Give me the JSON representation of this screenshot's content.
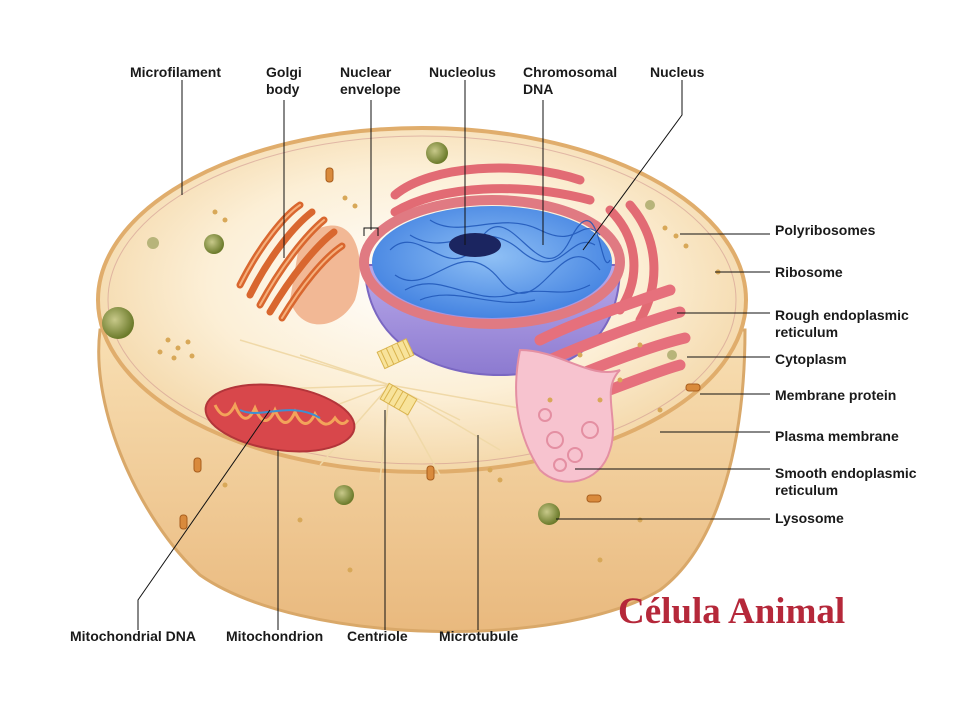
{
  "title": "Célula Animal",
  "colors": {
    "title": "#b5283a",
    "cytoplasm": "#f6dcae",
    "nucleus": "#2f6ed6",
    "rough_er": "#e9737f",
    "golgi": "#e6894e",
    "mitochondrion": "#d9484c",
    "smooth_er": "#f3b9c6",
    "leader_line": "#111111"
  },
  "labels": {
    "top": [
      {
        "id": "microfilament",
        "text": "Microfilament"
      },
      {
        "id": "golgi-body",
        "text": "Golgi\nbody"
      },
      {
        "id": "nuclear-envelope",
        "text": "Nuclear\nenvelope"
      },
      {
        "id": "nucleolus",
        "text": "Nucleolus"
      },
      {
        "id": "chromosomal-dna",
        "text": "Chromosomal\nDNA"
      },
      {
        "id": "nucleus",
        "text": "Nucleus"
      }
    ],
    "right": [
      {
        "id": "polyribosomes",
        "text": "Polyribosomes"
      },
      {
        "id": "ribosome",
        "text": "Ribosome"
      },
      {
        "id": "rough-er",
        "text": "Rough endoplasmic\nreticulum"
      },
      {
        "id": "cytoplasm",
        "text": "Cytoplasm"
      },
      {
        "id": "membrane-protein",
        "text": "Membrane protein"
      },
      {
        "id": "plasma-membrane",
        "text": "Plasma membrane"
      },
      {
        "id": "smooth-er",
        "text": "Smooth endoplasmic\nreticulum"
      },
      {
        "id": "lysosome",
        "text": "Lysosome"
      }
    ],
    "bottom": [
      {
        "id": "mitochondrial-dna",
        "text": "Mitochondrial DNA"
      },
      {
        "id": "mitochondrion",
        "text": "Mitochondrion"
      },
      {
        "id": "centriole",
        "text": "Centriole"
      },
      {
        "id": "microtubule",
        "text": "Microtubule"
      }
    ]
  }
}
